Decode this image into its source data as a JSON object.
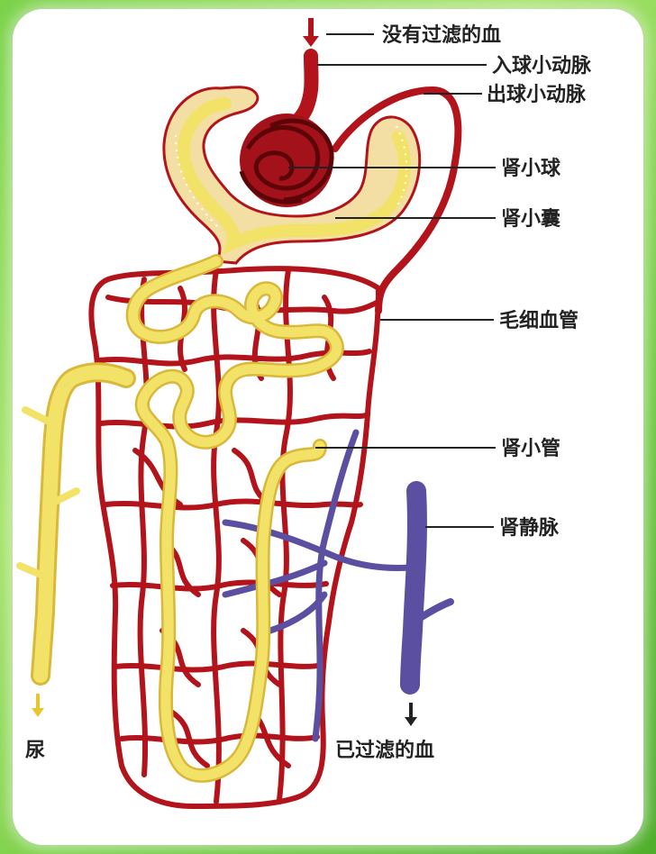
{
  "labels": {
    "unfiltered_blood": "没有过滤的血",
    "afferent_arteriole": "入球小动脉",
    "efferent_arteriole": "出球小动脉",
    "glomerulus": "肾小球",
    "bowmans_capsule": "肾小囊",
    "capillaries": "毛细血管",
    "renal_tubule": "肾小管",
    "renal_vein": "肾静脉",
    "urine": "尿",
    "filtered_blood": "已过滤的血"
  },
  "colors": {
    "artery_red": "#b3131a",
    "artery_dark": "#8c0e14",
    "tubule_yellow": "#f2e268",
    "tubule_edge": "#d9b83a",
    "vein_purple": "#5a4fa0",
    "background_green": "#7bd24a"
  }
}
